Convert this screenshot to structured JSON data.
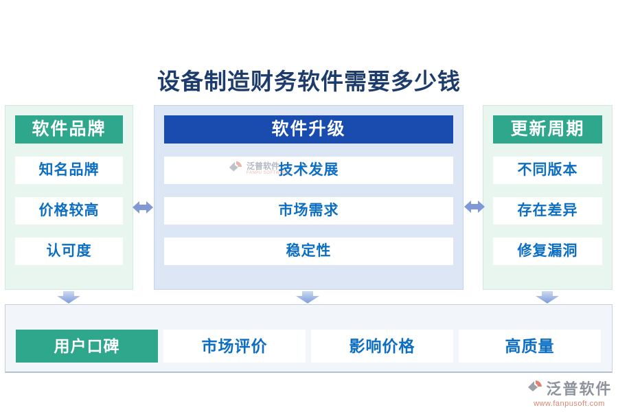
{
  "title": "设备制造财务软件需要多少钱",
  "columns": [
    {
      "header": "软件品牌",
      "items": [
        "知名品牌",
        "价格较高",
        "认可度"
      ]
    },
    {
      "header": "软件升级",
      "items": [
        "技术发展",
        "市场需求",
        "稳定性"
      ]
    },
    {
      "header": "更新周期",
      "items": [
        "不同版本",
        "存在差异",
        "修复漏洞"
      ]
    }
  ],
  "bottom_row": {
    "header": "用户口碑",
    "items": [
      "市场评价",
      "影响价格",
      "高质量"
    ]
  },
  "watermark": {
    "name": "泛普软件",
    "subtitle": "FANPU SOFTWARE"
  },
  "footer_logo": {
    "name": "泛普软件",
    "url": "www.fanpusoft.com"
  },
  "colors": {
    "green": "#2ea78c",
    "dark_blue": "#1a4caf",
    "item_blue": "#0c6ec2",
    "title_navy": "#1d3c6b",
    "panel_green_bg": "#e9f6f0",
    "panel_blue_bg": "#dce6f5",
    "bottom_panel_bg": "#f2f5f9",
    "arrow_blue": "#8099d6",
    "salmon": "#e0826d",
    "logo_gray": "#8d939c"
  },
  "icons": {
    "horizontal": "double-arrow-icon",
    "vertical": "down-arrow-icon",
    "brand": "fanpu-logo-icon"
  }
}
